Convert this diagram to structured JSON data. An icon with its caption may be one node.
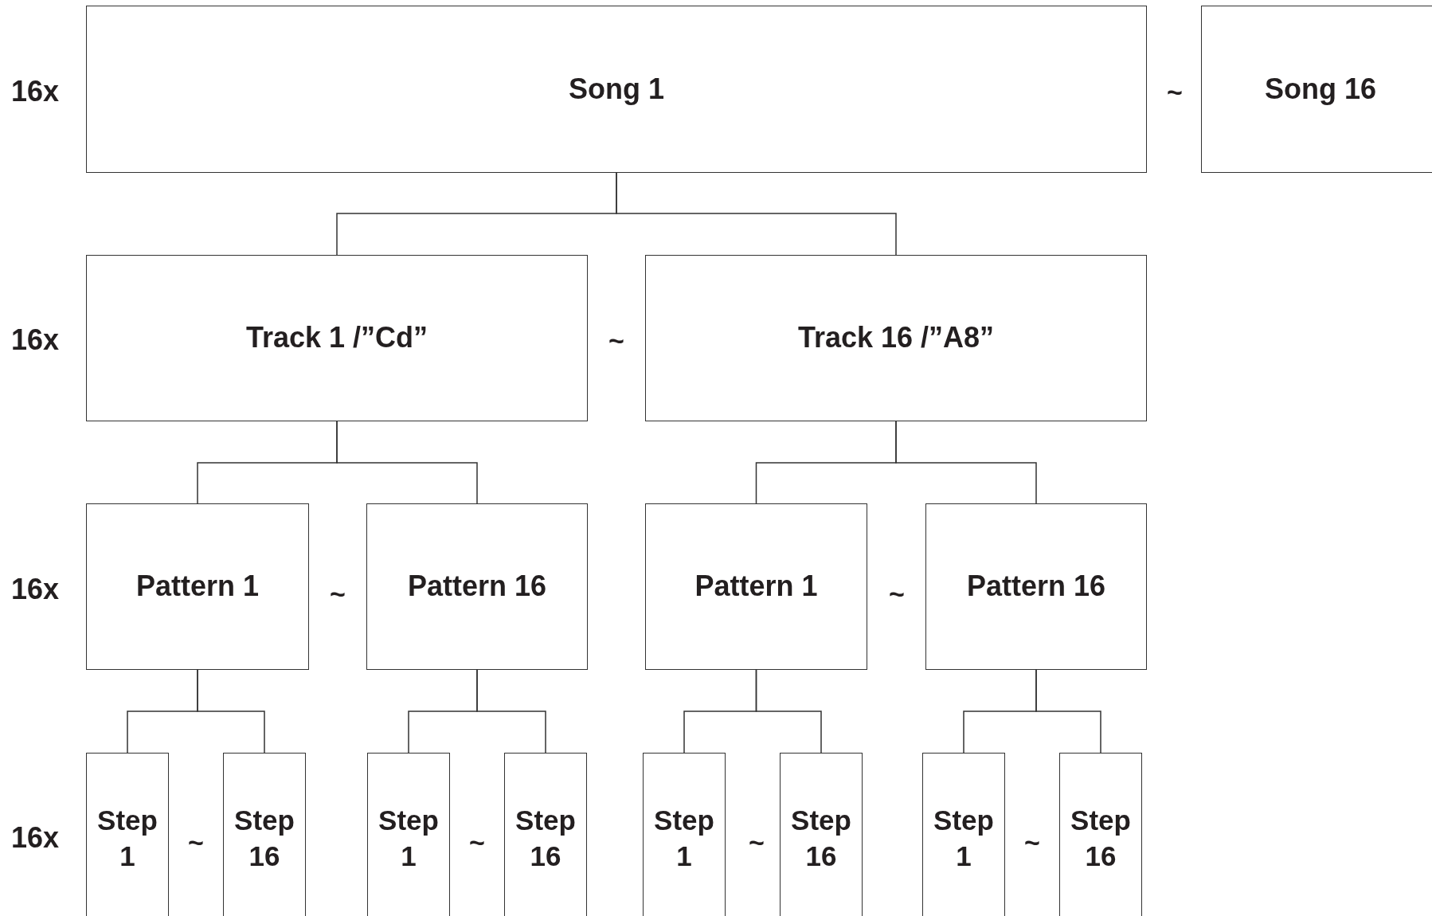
{
  "diagram": {
    "nodes": [
      {
        "text": [
          "Song 1"
        ]
      },
      {
        "text": [
          "Song 16"
        ]
      },
      {
        "text": [
          "Track 1 /”Cd”"
        ]
      },
      {
        "text": [
          "Track 16 /”A8”"
        ]
      },
      {
        "text": [
          "Pattern 1"
        ]
      },
      {
        "text": [
          "Pattern 16"
        ]
      },
      {
        "text": [
          "Pattern 1"
        ]
      },
      {
        "text": [
          "Pattern 16"
        ]
      },
      {
        "text": [
          "Step 1"
        ]
      },
      {
        "text": [
          "Step 16"
        ]
      },
      {
        "text": [
          "Step 1"
        ]
      },
      {
        "text": [
          "Step 16"
        ]
      },
      {
        "text": [
          "Step 1"
        ]
      },
      {
        "text": [
          "Step 16"
        ]
      },
      {
        "text": [
          "Step 1"
        ]
      },
      {
        "text": [
          "Step 16"
        ]
      }
    ],
    "edges": [
      {
        "from": 0,
        "to": 2,
        "arrow": "none"
      },
      {
        "from": 0,
        "to": 3,
        "arrow": "none"
      },
      {
        "from": 2,
        "to": 4,
        "arrow": "none"
      },
      {
        "from": 2,
        "to": 5,
        "arrow": "none"
      },
      {
        "from": 3,
        "to": 6,
        "arrow": "none"
      },
      {
        "from": 3,
        "to": 7,
        "arrow": "none"
      },
      {
        "from": 4,
        "to": 8,
        "arrow": "none"
      },
      {
        "from": 4,
        "to": 9,
        "arrow": "none"
      },
      {
        "from": 5,
        "to": 10,
        "arrow": "none"
      },
      {
        "from": 5,
        "to": 11,
        "arrow": "none"
      },
      {
        "from": 6,
        "to": 12,
        "arrow": "none"
      },
      {
        "from": 6,
        "to": 13,
        "arrow": "none"
      },
      {
        "from": 7,
        "to": 14,
        "arrow": "none"
      },
      {
        "from": 7,
        "to": 15,
        "arrow": "none"
      }
    ],
    "labels": [
      "16x",
      "~",
      "16x",
      "~",
      "16x",
      "~",
      "~",
      "16x",
      "~",
      "~",
      "~",
      "~"
    ]
  }
}
